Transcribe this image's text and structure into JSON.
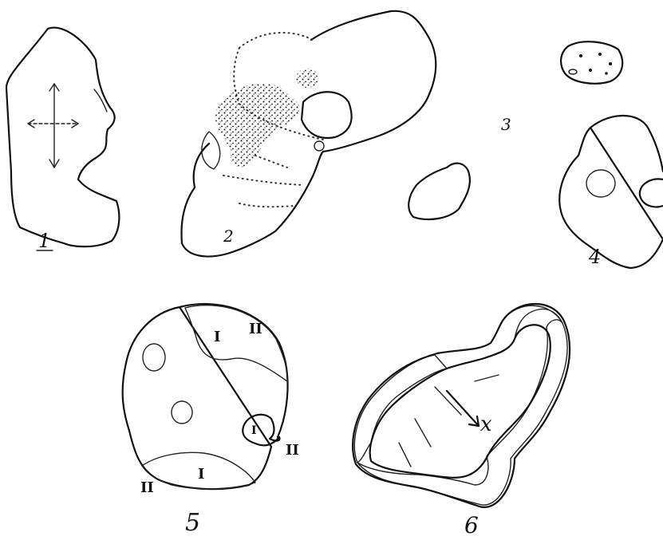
{
  "figure": {
    "labels": {
      "fig1": "1",
      "fig2": "2",
      "fig3": "3",
      "fig4": "4",
      "fig5": "5",
      "fig6": "6"
    },
    "fig5_marks": {
      "outer_top": "II",
      "outer_right": "II",
      "outer_bottom": "II",
      "inner_top": "I",
      "inner_right": "I",
      "inner_bottom": "I"
    },
    "fig6_mark": "x"
  }
}
